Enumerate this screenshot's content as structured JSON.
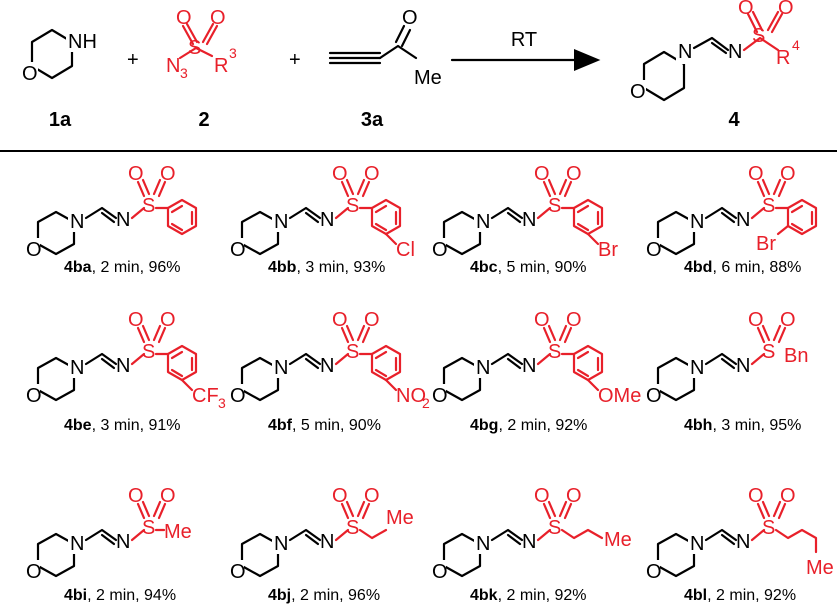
{
  "colors": {
    "ink": "#000000",
    "accent": "#e8202a"
  },
  "scheme": {
    "reactants": [
      {
        "label": "1a",
        "atoms": [
          "NH",
          "O"
        ]
      },
      {
        "label": "2",
        "atoms": [
          "N",
          "3",
          "S",
          "O",
          "O",
          "R",
          "3"
        ]
      },
      {
        "label": "3a",
        "atoms": [
          "O",
          "Me"
        ]
      }
    ],
    "plus": "+",
    "condition": "RT",
    "product": {
      "label": "4",
      "atoms": [
        "N",
        "N",
        "O",
        "S",
        "O",
        "O",
        "R",
        "4"
      ]
    }
  },
  "compounds": [
    {
      "code": "4ba",
      "detail": ", 2 min, 96%"
    },
    {
      "code": "4bb",
      "detail": ", 3 min, 93%",
      "substituent": "Cl"
    },
    {
      "code": "4bc",
      "detail": ", 5 min, 90%",
      "substituent": "Br"
    },
    {
      "code": "4bd",
      "detail": ", 6 min, 88%",
      "substituent": "Br"
    },
    {
      "code": "4be",
      "detail": ", 3 min, 91%",
      "substituent": [
        "CF",
        "3"
      ]
    },
    {
      "code": "4bf",
      "detail": ", 5 min, 90%",
      "substituent": [
        "NO",
        "2"
      ]
    },
    {
      "code": "4bg",
      "detail": ", 2 min, 92%",
      "substituent": "OMe"
    },
    {
      "code": "4bh",
      "detail": ", 3 min, 95%",
      "substituent": "Bn"
    },
    {
      "code": "4bi",
      "detail": ", 2 min, 94%",
      "substituent": "Me"
    },
    {
      "code": "4bj",
      "detail": ", 2 min, 96%",
      "substituent": "Me"
    },
    {
      "code": "4bk",
      "detail": ", 2 min, 92%",
      "substituent": "Me"
    },
    {
      "code": "4bl",
      "detail": ", 2 min, 92%",
      "substituent": "Me"
    }
  ],
  "shared_atoms": {
    "N": "N",
    "O": "O",
    "S": "S"
  }
}
